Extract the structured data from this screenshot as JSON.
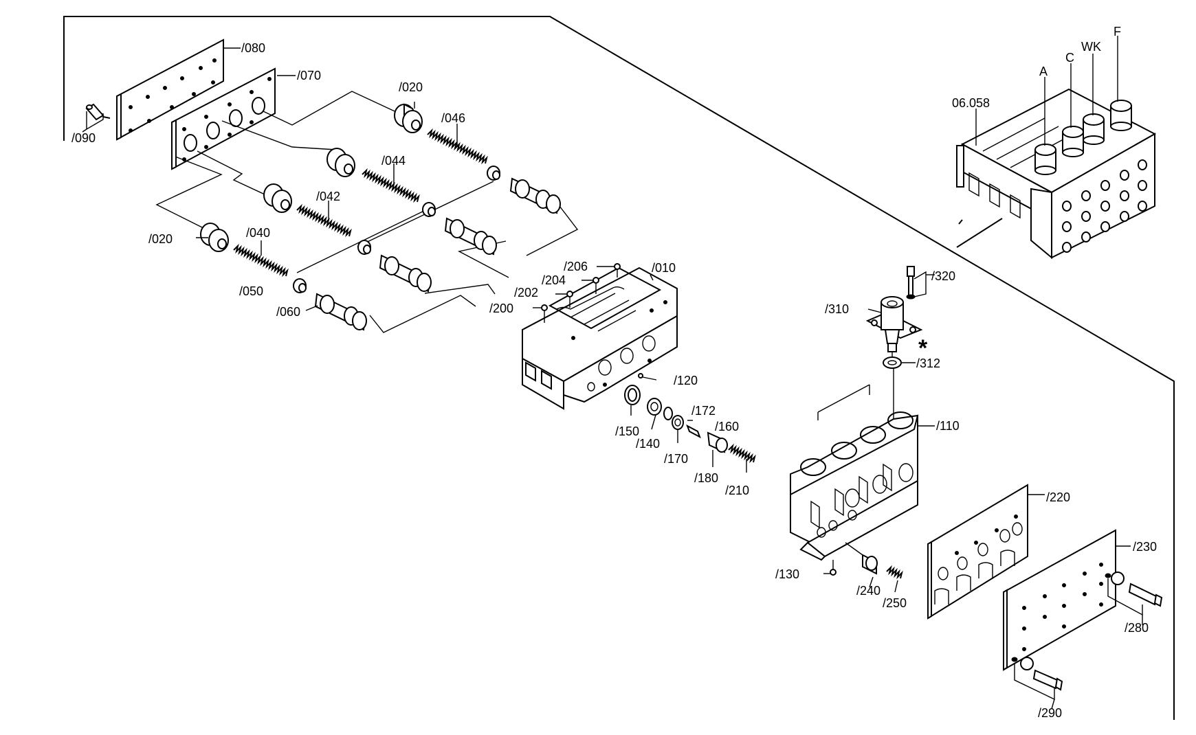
{
  "labels": {
    "p080": "/080",
    "p070": "/070",
    "p090": "/090",
    "p020a": "/020",
    "p046": "/046",
    "p044": "/044",
    "p042": "/042",
    "p020b": "/020",
    "p040": "/040",
    "p050": "/050",
    "p060": "/060",
    "p206": "/206",
    "p010": "/010",
    "p204": "/204",
    "p202": "/202",
    "p200": "/200",
    "p120": "/120",
    "p172": "/172",
    "p160": "/160",
    "p150": "/150",
    "p140": "/140",
    "p170": "/170",
    "p180": "/180",
    "p210": "/210",
    "p110": "/110",
    "p310": "/310",
    "p320": "/320",
    "p312": "/312",
    "star": "*",
    "p220": "/220",
    "p230": "/230",
    "p130": "/130",
    "p240": "/240",
    "p250": "/250",
    "p280": "/280",
    "p290": "/290",
    "assembly": "06.058",
    "A": "A",
    "C": "C",
    "WK": "WK",
    "F": "F"
  }
}
